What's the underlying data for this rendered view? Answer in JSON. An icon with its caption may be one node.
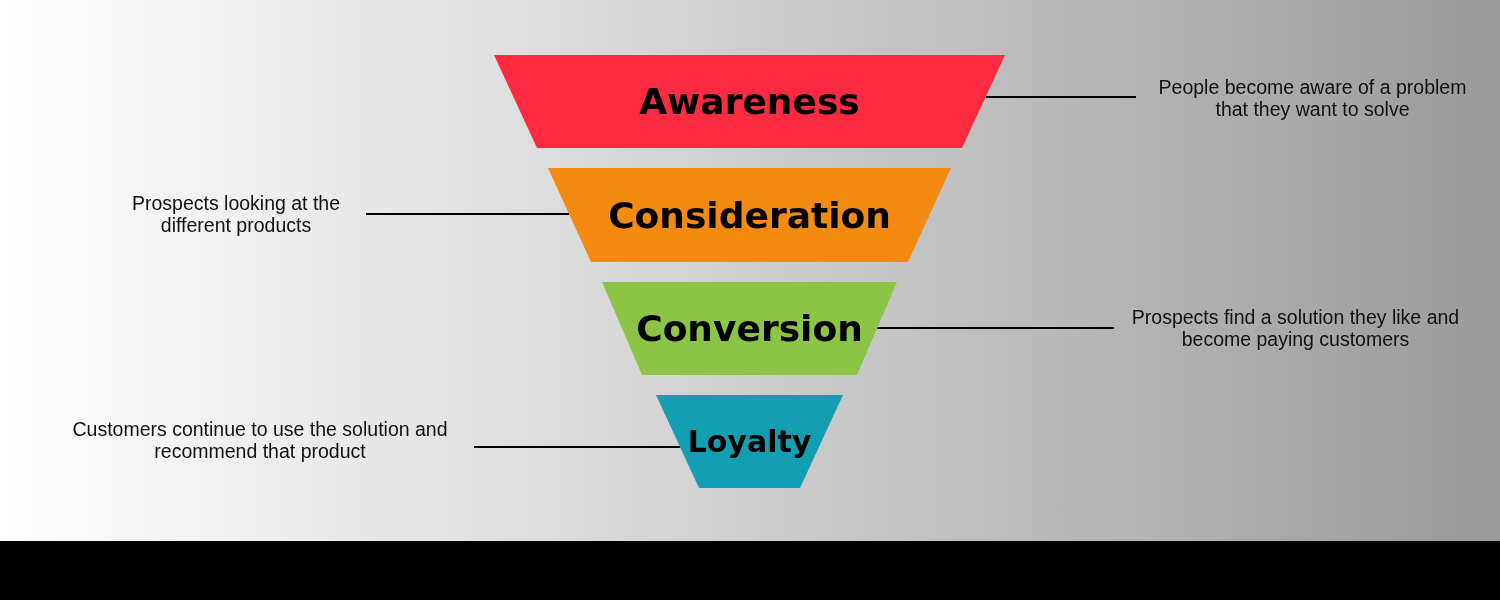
{
  "diagram": {
    "nodes": [
      {
        "text": [
          "Awareness"
        ]
      },
      {
        "text": [
          "Consideration"
        ]
      },
      {
        "text": [
          "Conversion"
        ]
      },
      {
        "text": [
          "Loyalty"
        ]
      },
      {
        "text": [
          "People become aware of a problem that they want to solve"
        ]
      },
      {
        "text": [
          "Prospects looking at the different products"
        ]
      },
      {
        "text": [
          "Prospects find a solution they like and become paying customers"
        ]
      },
      {
        "text": [
          "Customers continue to use the solution and recommend that product"
        ]
      }
    ],
    "edges": [
      {
        "from": 0,
        "to": 4,
        "arrow": "none"
      },
      {
        "from": 5,
        "to": 1,
        "arrow": "none"
      },
      {
        "from": 2,
        "to": 6,
        "arrow": "none"
      },
      {
        "from": 7,
        "to": 3,
        "arrow": "none"
      }
    ]
  }
}
